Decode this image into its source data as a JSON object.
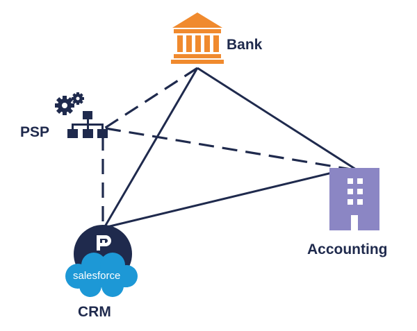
{
  "nodes": {
    "bank": {
      "label": "Bank",
      "icon": "bank-building-icon",
      "color": "#f08a2e"
    },
    "psp": {
      "label": "PSP",
      "icon": "network-gear-icon",
      "color": "#1f2a4d"
    },
    "accounting": {
      "label": "Accounting",
      "icon": "office-building-icon",
      "color": "#8b86c4"
    },
    "crm": {
      "label": "CRM",
      "icon": "salesforce-cloud-icon",
      "color": "#1d98d6",
      "logo_text": "salesforce"
    }
  },
  "connections": [
    {
      "from": "bank",
      "to": "psp",
      "style": "dashed"
    },
    {
      "from": "bank",
      "to": "crm",
      "style": "solid"
    },
    {
      "from": "bank",
      "to": "accounting",
      "style": "solid"
    },
    {
      "from": "psp",
      "to": "accounting",
      "style": "dashed"
    },
    {
      "from": "psp",
      "to": "crm",
      "style": "dashed"
    },
    {
      "from": "crm",
      "to": "accounting",
      "style": "solid"
    }
  ],
  "line_color": "#1f2a4d"
}
